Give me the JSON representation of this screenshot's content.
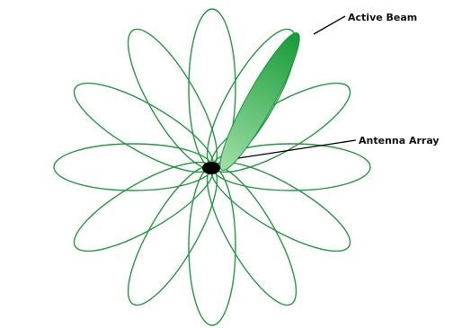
{
  "labels": {
    "active_beam": "Active Beam",
    "antenna_array": "Antenna Array"
  },
  "colors": {
    "lobe_outline": "#1f9a3c",
    "active_beam_light": "#9fe0a8",
    "active_beam_dark": "#169a36",
    "antenna": "#000000",
    "background": "#ffffff"
  },
  "pattern": {
    "lobe_count": 12,
    "active_beam_count": 1
  }
}
